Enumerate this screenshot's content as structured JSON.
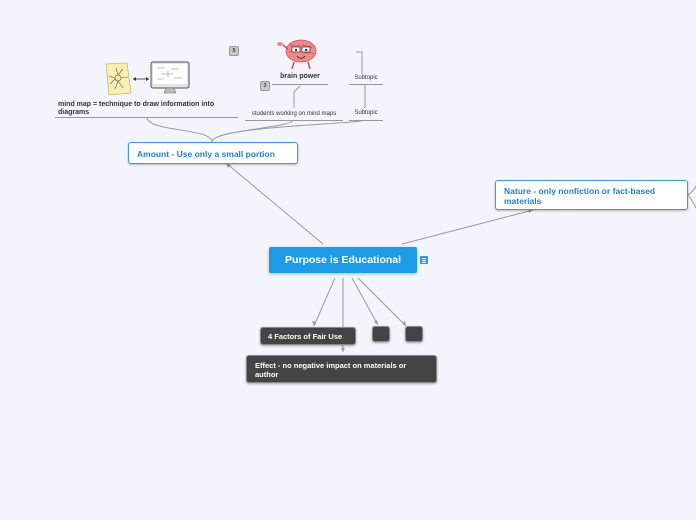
{
  "central": {
    "label": "Purpose is Educational"
  },
  "amount": {
    "label": "Amount - Use only a small portion"
  },
  "nature": {
    "label": "Nature - only nonfiction or fact-based materials"
  },
  "factors": {
    "label": "4 Factors of Fair Use"
  },
  "effect": {
    "label": "Effect - no negative impact on materials or author"
  },
  "mindmap_topic": {
    "label": "mind map = technique to draw information into diagrams"
  },
  "brain_topic": {
    "label": "brain power",
    "badge": "5"
  },
  "students_topic": {
    "label": "students working on mind maps",
    "badge": "3"
  },
  "subtopic_top": {
    "label": "Subtopic"
  },
  "subtopic_bottom": {
    "label": "Subtopic"
  },
  "empty_node_a": {
    "label": ""
  },
  "empty_node_b": {
    "label": ""
  },
  "colors": {
    "background": "#f4f4fd",
    "central": "#1e9be6",
    "blue_text": "#1f7fd4",
    "dark_node": "#444444",
    "connector": "#9a9a9a"
  },
  "icons": [
    "note-icon",
    "brain-icon",
    "mind-map-sketch-icon",
    "monitor-icon"
  ]
}
